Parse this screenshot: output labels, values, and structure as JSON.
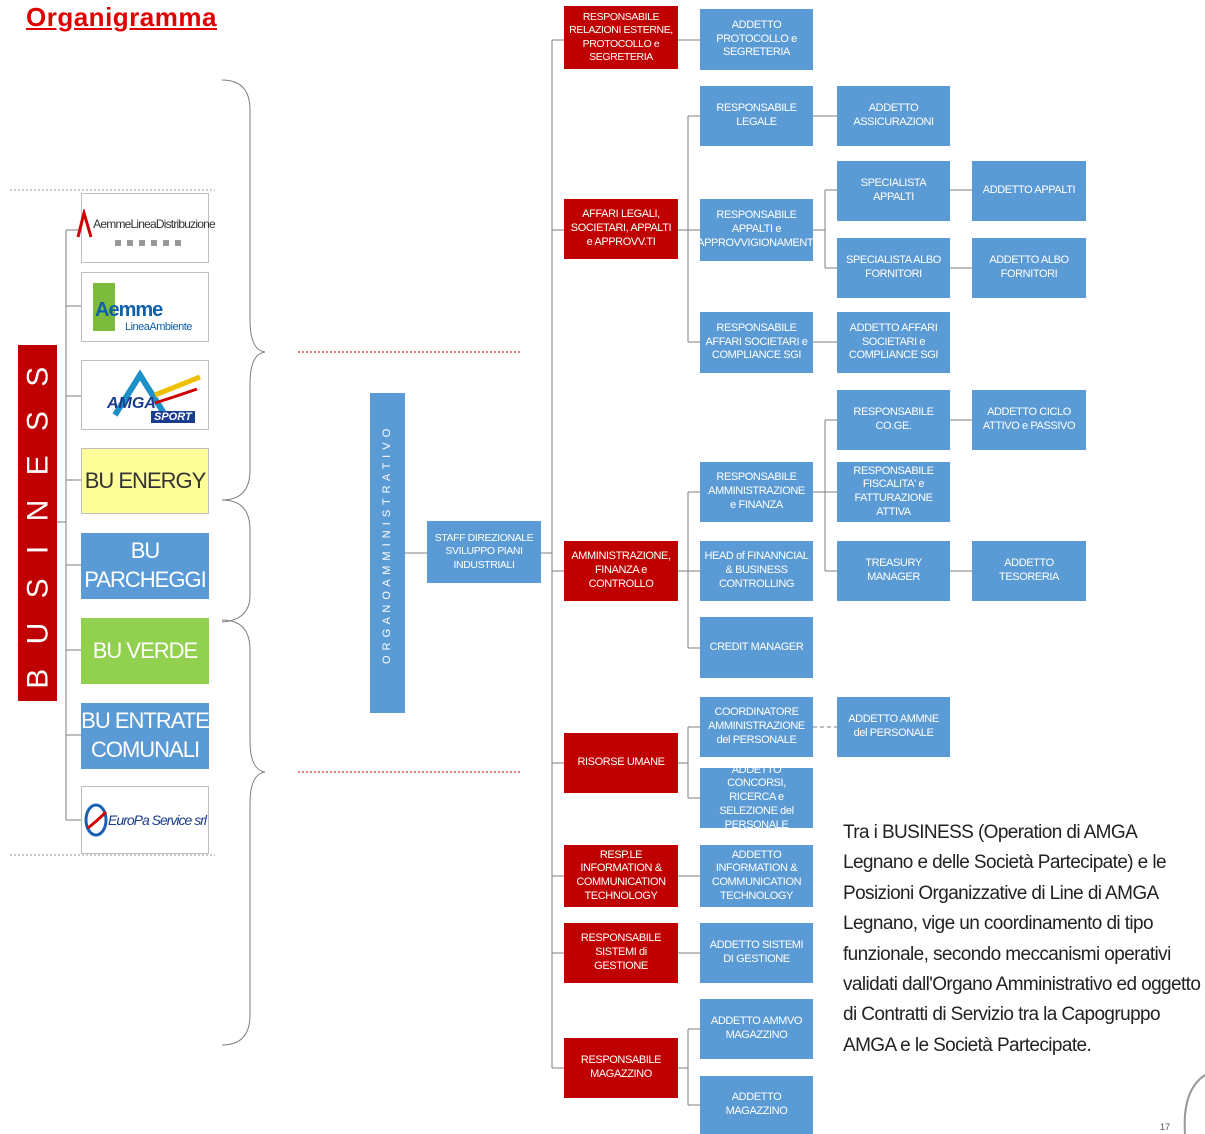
{
  "title": "Organigramma",
  "business_label": "B U S I N E S S",
  "organo_label": "O R G A N O   A M M I N I S T R A T I V O",
  "staff_label": "STAFF DIREZIONALE SVILUPPO PIANI INDUSTRIALI",
  "logos": {
    "aemme_distribuzione": "AemmeLineaDistribuzione",
    "aemme_ambiente_main": "Aemme",
    "aemme_ambiente_sub": "LineaAmbiente",
    "amga_main": "AMGA",
    "amga_sub": "SPORT",
    "europa": "EuroPa Service srl"
  },
  "business_units": [
    {
      "label": "BU ENERGY",
      "color": "#ffff99",
      "text_color": "#333333"
    },
    {
      "label": "BU PARCHEGGI",
      "color": "#5b9bd5",
      "text_color": "#ffffff"
    },
    {
      "label": "BU VERDE",
      "color": "#92d050",
      "text_color": "#ffffff"
    },
    {
      "label": "BU ENTRATE COMUNALI",
      "color": "#5b9bd5",
      "text_color": "#ffffff"
    }
  ],
  "red_units": [
    "RESPONSABILE RELAZIONI ESTERNE, PROTOCOLLO e SEGRETERIA",
    "AFFARI LEGALI, SOCIETARI, APPALTI e APPROVV.TI",
    "AMMINISTRAZIONE, FINANZA e CONTROLLO",
    "RISORSE UMANE",
    "RESP.LE INFORMATION & COMMUNICATION TECHNOLOGY",
    "RESPONSABILE SISTEMI di GESTIONE",
    "RESPONSABILE MAGAZZINO"
  ],
  "level2": [
    "ADDETTO PROTOCOLLO e SEGRETERIA",
    "RESPONSABILE LEGALE",
    "RESPONSABILE APPALTI e APPROVVIGIONAMENTI",
    "RESPONSABILE AFFARI SOCIETARI e COMPLIANCE SGI",
    "RESPONSABILE AMMINISTRAZIONE e FINANZA",
    "HEAD of FINANNCIAL & BUSINESS CONTROLLING",
    "CREDIT MANAGER",
    "COORDINATORE AMMINISTRAZIONE del PERSONALE",
    "ADDETTO CONCORSI, RICERCA e SELEZIONE del PERSONALE",
    "ADDETTO INFORMATION & COMMUNICATION TECHNOLOGY",
    "ADDETTO SISTEMI DI GESTIONE",
    "ADDETTO AMMVO MAGAZZINO",
    "ADDETTO MAGAZZINO"
  ],
  "level3": [
    "ADDETTO ASSICURAZIONI",
    "SPECIALISTA APPALTI",
    "SPECIALISTA ALBO FORNITORI",
    "ADDETTO AFFARI SOCIETARI e COMPLIANCE SGI",
    "RESPONSABILE CO.GE.",
    "RESPONSABILE FISCALITA' e FATTURAZIONE ATTIVA",
    "TREASURY MANAGER",
    "ADDETTO AMMNE del PERSONALE"
  ],
  "level4": [
    "ADDETTO APPALTI",
    "ADDETTO ALBO FORNITORI",
    "ADDETTO CICLO ATTIVO e PASSIVO",
    "ADDETTO TESORERIA"
  ],
  "note": "Tra i BUSINESS (Operation di AMGA Legnano e delle Società Partecipate) e le Posizioni Organizzative di Line di AMGA Legnano, vige un coordinamento di tipo funzionale, secondo meccanismi operativi validati dall'Organo Amministrativo ed oggetto di Contratti di Servizio tra la Capogruppo AMGA e le Società Partecipate.",
  "page_number": "17",
  "colors": {
    "red": "#c00000",
    "blue": "#5b9bd5",
    "title": "#e00000",
    "connector": "#7f7f7f",
    "dotted": "#c00000"
  }
}
